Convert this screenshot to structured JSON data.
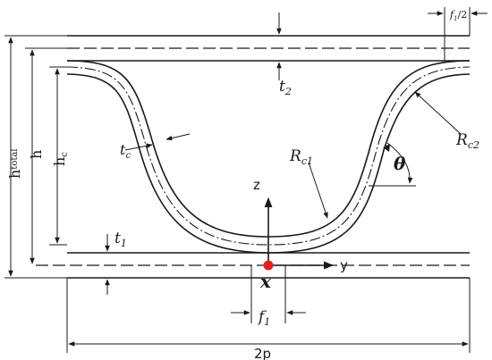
{
  "labels": {
    "f_half": "f",
    "f_half_sub": "1",
    "f_half_tail": "/2",
    "t2": "t",
    "t2_sub": "2",
    "h_total": "h",
    "h_total_sub": "total",
    "h": "h",
    "hc": "h",
    "hc_sub": "c",
    "tc": "t",
    "tc_sub": "c",
    "rc1": "R",
    "rc1_sub": "c1",
    "rc2": "R",
    "rc2_sub": "c2",
    "theta": "θ",
    "z": "z",
    "y": "y",
    "x": "x",
    "t1": "t",
    "t1_sub": "1",
    "f1": "f",
    "f1_sub": "1",
    "two_p": "2p"
  },
  "colors": {
    "line": "#1a1a1a",
    "origin": "#e02020"
  }
}
